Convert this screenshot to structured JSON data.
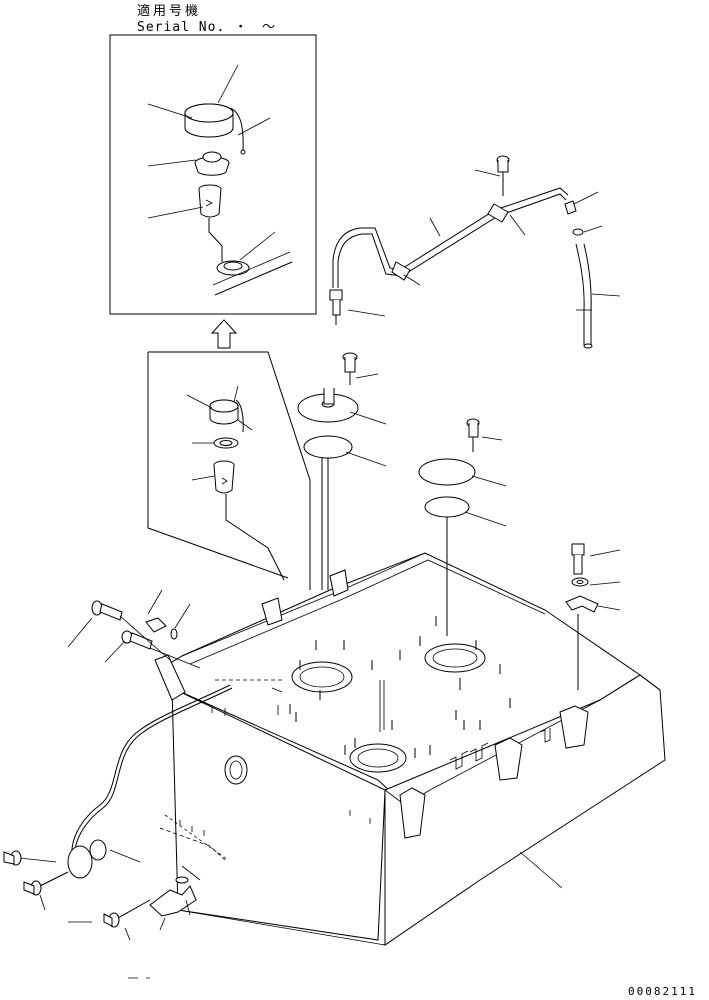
{
  "header": {
    "applicability_label": "適用号機",
    "serial_label": "Serial No.",
    "serial_range": "・　～"
  },
  "drawing_code": "00082111",
  "icons": {
    "detail_arrow": "up-arrow-icon"
  }
}
